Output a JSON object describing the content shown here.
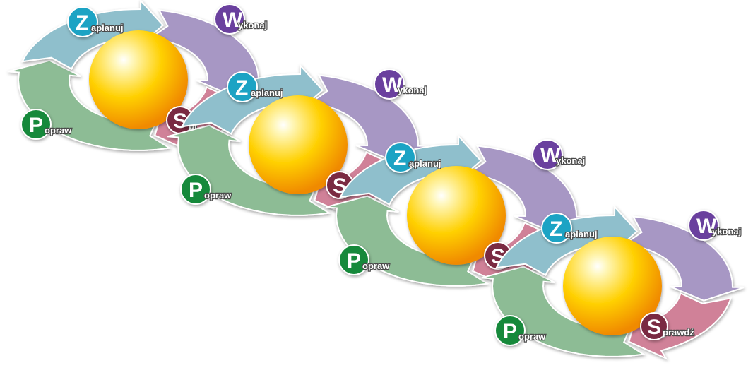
{
  "diagram": {
    "cycles": [
      {
        "plan": {
          "letter": "Z",
          "rest": "aplanuj"
        },
        "do": {
          "letter": "W",
          "rest": "ykonaj"
        },
        "check": {
          "letter": "S",
          "rest": "pr"
        },
        "act": {
          "letter": "P",
          "rest": "opraw"
        }
      },
      {
        "plan": {
          "letter": "Z",
          "rest": "aplanuj"
        },
        "do": {
          "letter": "W",
          "rest": "ykonaj"
        },
        "check": {
          "letter": "S",
          "rest": "pr"
        },
        "act": {
          "letter": "P",
          "rest": "opraw"
        }
      },
      {
        "plan": {
          "letter": "Z",
          "rest": "aplanuj"
        },
        "do": {
          "letter": "W",
          "rest": "ykonaj"
        },
        "check": {
          "letter": "S",
          "rest": "pr"
        },
        "act": {
          "letter": "P",
          "rest": "opraw"
        }
      },
      {
        "plan": {
          "letter": "Z",
          "rest": "aplanuj"
        },
        "do": {
          "letter": "W",
          "rest": "ykonaj"
        },
        "check": {
          "letter": "S",
          "rest": "prawdź"
        },
        "act": {
          "letter": "P",
          "rest": "opraw"
        }
      }
    ],
    "colors": {
      "plan_arrow": "#8fbfcc",
      "do_arrow": "#a797c4",
      "check_arrow": "#d08198",
      "act_arrow": "#8dbc95",
      "plan_badge": "#1ba3c4",
      "do_badge": "#6a3f9e",
      "check_badge": "#7a2a43",
      "act_badge": "#16893a",
      "sphere_light": "#fff8c0",
      "sphere_mid": "#ffd000",
      "sphere_dark": "#f08a00"
    }
  }
}
